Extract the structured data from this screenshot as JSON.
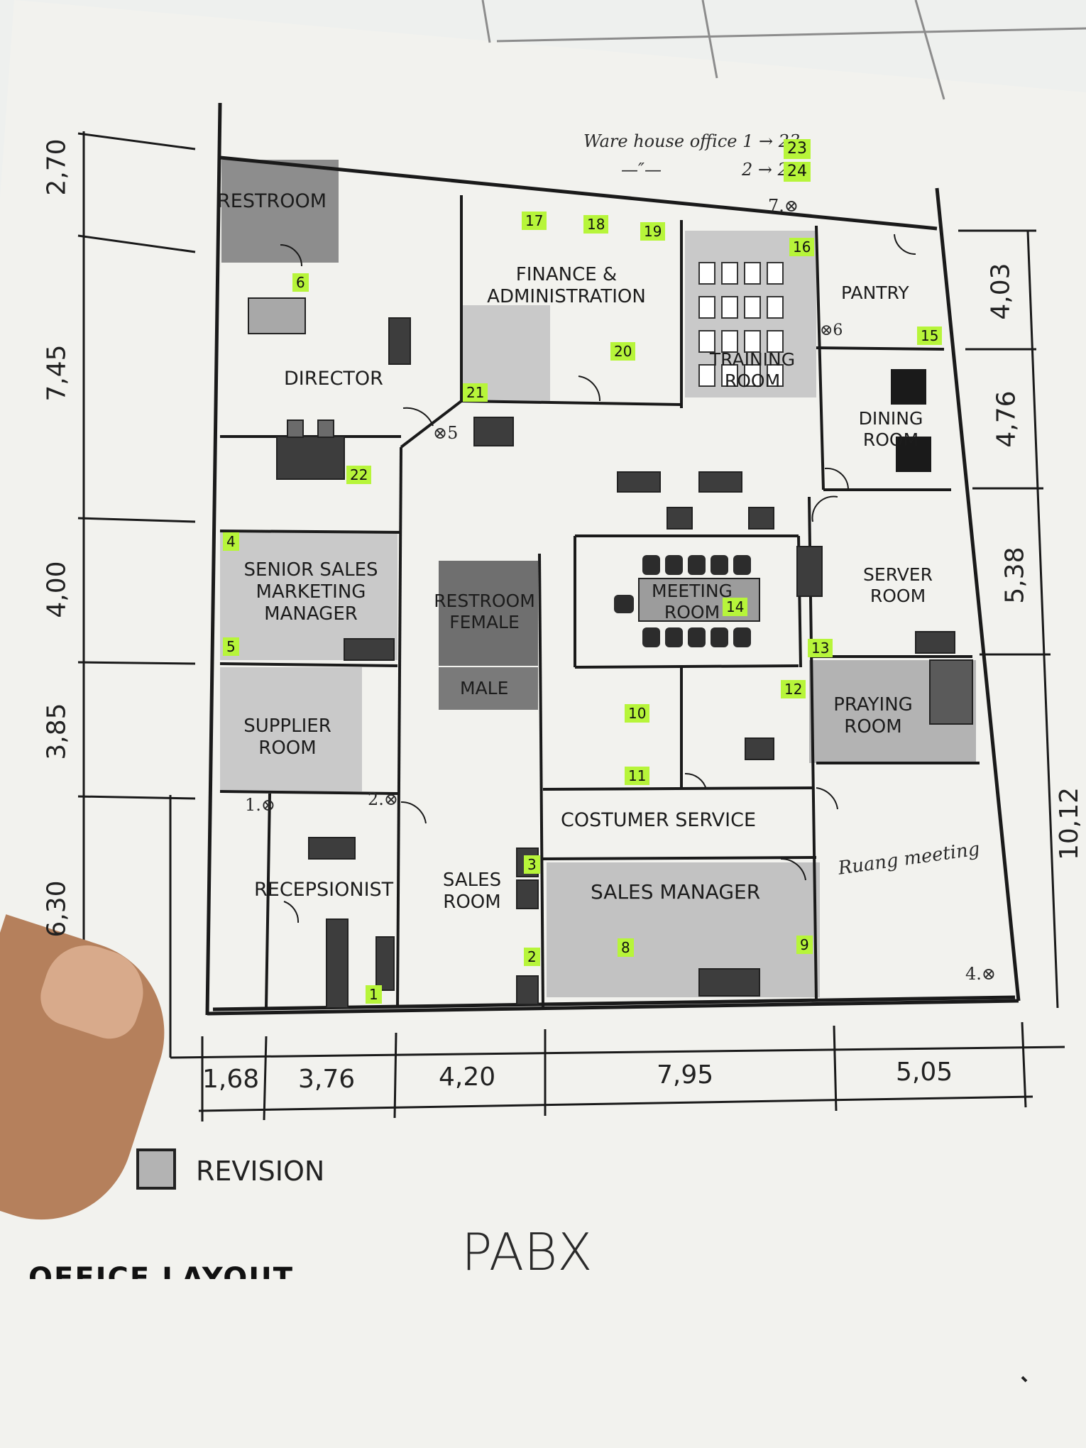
{
  "note": {
    "line1": "Ware house office 1 → 23",
    "line2": "2 → 24",
    "ditto": "—″—",
    "tag1": "23",
    "tag2": "24"
  },
  "rooms": {
    "restroom": "RESTROOM",
    "director": "DIRECTOR",
    "finance": "FINANCE & ADMINISTRATION",
    "training": "TRAINING ROOM",
    "pantry": "PANTRY",
    "dining": "DINING ROOM",
    "senior_sales": "SENIOR SALES MARKETING MANAGER",
    "restroom_female": "RESTROOM FEMALE",
    "male": "MALE",
    "meeting": "MEETING ROOM",
    "server": "SERVER ROOM",
    "praying": "PRAYING ROOM",
    "supplier": "SUPPLIER ROOM",
    "customer_service": "COSTUMER SERVICE",
    "receptionist": "RECEPSIONIST",
    "sales_room": "SALES ROOM",
    "sales_manager": "SALES MANAGER"
  },
  "handwriting": {
    "ruang_meeting": "Ruang meeting",
    "pabx": "PABX"
  },
  "points": {
    "p1": "1.⊗",
    "p2": "2.⊗",
    "p4": "4.⊗",
    "p5": "⊗5",
    "p6": "⊗6",
    "p7": "7.⊗"
  },
  "dimensions": {
    "left": [
      "2,70",
      "7,45",
      "4,00",
      "3,85",
      "6,30"
    ],
    "right": [
      "4,03",
      "4,76",
      "5,38",
      "10,12"
    ],
    "bottom": [
      "1,68",
      "3,76",
      "4,20",
      "7,95",
      "5,05"
    ]
  },
  "desk_tags": [
    "1",
    "2",
    "3",
    "4",
    "5",
    "6",
    "8",
    "9",
    "10",
    "11",
    "12",
    "13",
    "14",
    "15",
    "16",
    "17",
    "18",
    "19",
    "20",
    "21",
    "22"
  ],
  "legend": {
    "label": "REVISION",
    "swatch_color": "#b3b3b3"
  },
  "highlight_color": "#b7f53a",
  "title": "OFFICE LAYOUT"
}
